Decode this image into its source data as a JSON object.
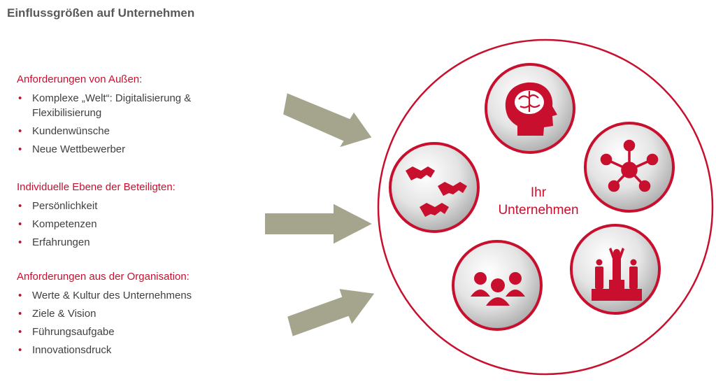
{
  "title": "Einflussgrößen auf Unternehmen",
  "groups": [
    {
      "heading": "Anforderungen von Außen:",
      "items": [
        "Komplexe „Welt“: Digitalisierung & Flexibilisierung",
        "Kundenwünsche",
        "Neue Wettbewerber"
      ]
    },
    {
      "heading": "Individuelle Ebene der Beteiligten:",
      "items": [
        "Persönlichkeit",
        "Kompetenzen",
        "Erfahrungen"
      ]
    },
    {
      "heading": "Anforderungen aus der Organisation:",
      "items": [
        "Werte & Kultur des Unternehmens",
        "Ziele & Vision",
        "Führungsaufgabe",
        "Innovationsdruck"
      ]
    }
  ],
  "center": {
    "line1": "Ihr",
    "line2": "Unternehmen"
  },
  "icons": [
    "brain-head-icon",
    "network-icon",
    "handshakes-icon",
    "podium-winners-icon",
    "team-icon"
  ],
  "colors": {
    "accent": "#c8102e",
    "arrow": "#a5a58e",
    "text": "#404040"
  }
}
